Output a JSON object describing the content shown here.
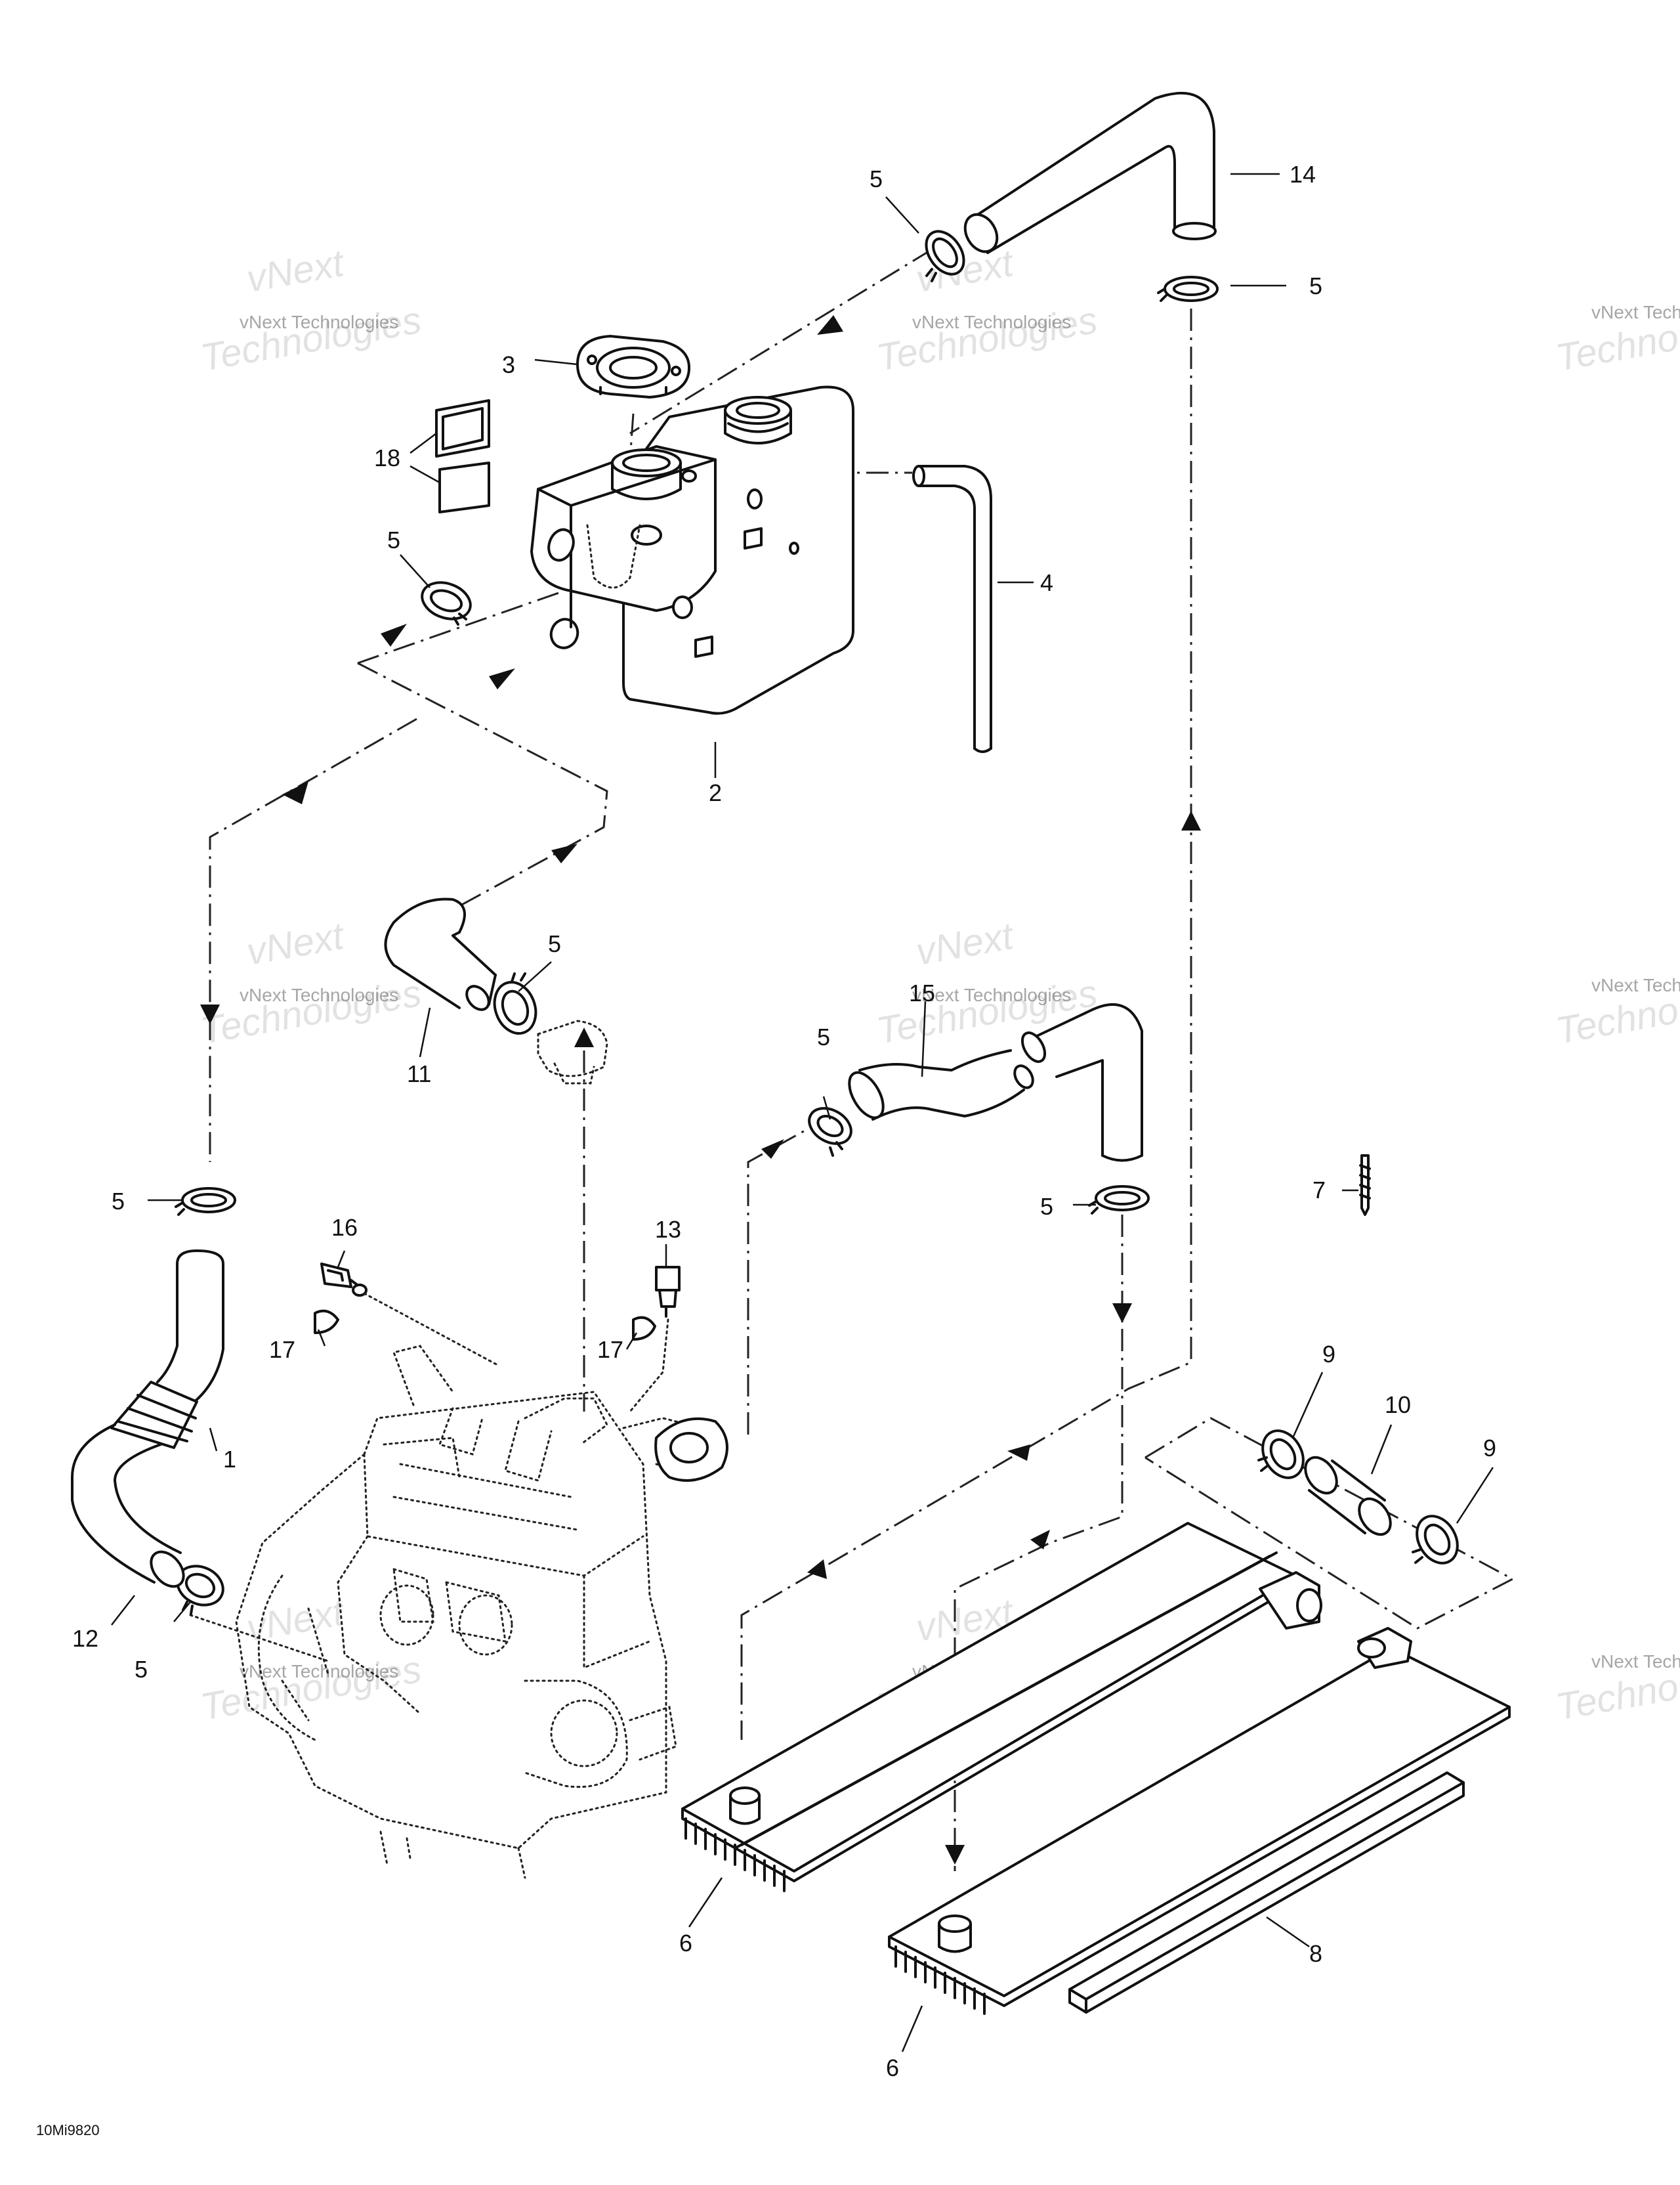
{
  "diagram": {
    "callouts": [
      "1",
      "2",
      "3",
      "4",
      "5",
      "6",
      "7",
      "8",
      "9",
      "10",
      "11",
      "12",
      "13",
      "14",
      "15",
      "16",
      "17",
      "18"
    ],
    "drawing_code": "10Mi9820",
    "watermark": {
      "line1": "vNext Technologies",
      "line2": "Technologies",
      "line3": "vNext"
    }
  }
}
